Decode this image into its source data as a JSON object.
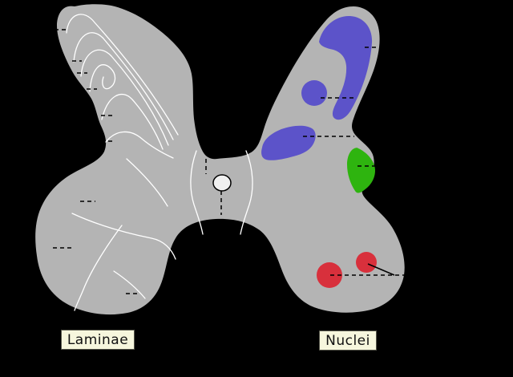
{
  "diagram": {
    "subject": "spinal-cord-gray-matter-cross-section",
    "left_label": "Laminae",
    "right_label": "Nuclei"
  },
  "regions": {
    "left_wing": "laminae contour outlines",
    "right_wing": "nuclei colored areas",
    "center": "central canal"
  },
  "colors": {
    "background": "#000000",
    "gray_matter": "#b4b4b4",
    "lamina_outline": "#ffffff",
    "nucleus_blue": "#5c53c9",
    "nucleus_green": "#2eb40f",
    "nucleus_red": "#d8303c",
    "central_canal": "#f0f0f0",
    "leader_line": "#000000",
    "label_bg": "#f6f6dd",
    "label_border": "#55554a",
    "label_text": "#111111"
  }
}
